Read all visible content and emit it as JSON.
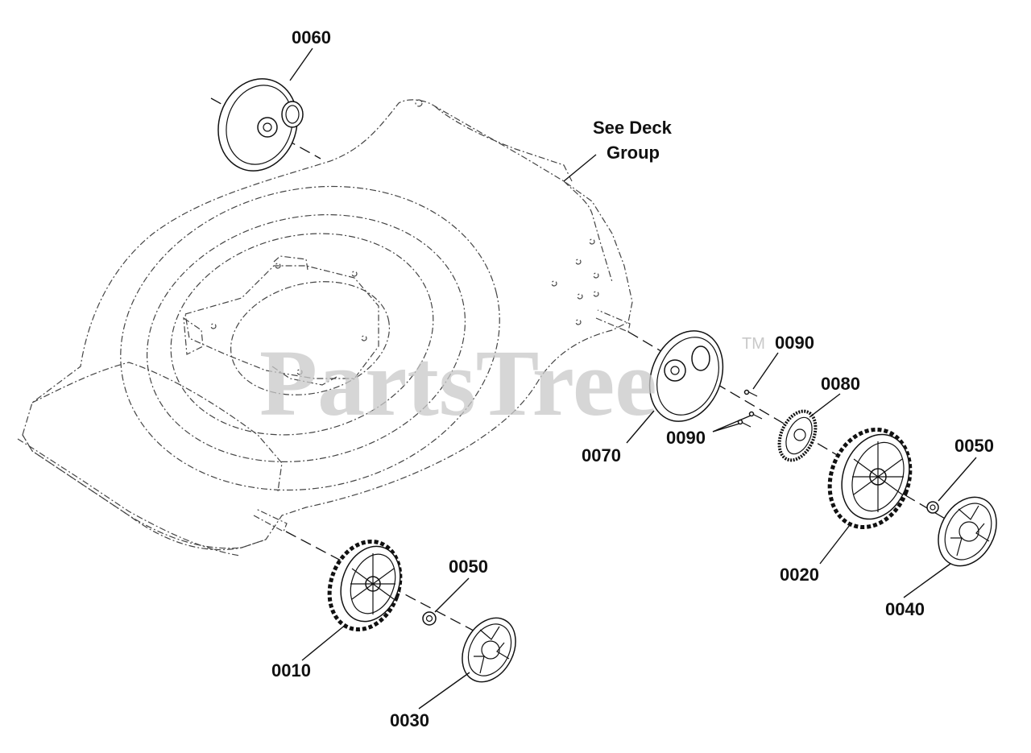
{
  "watermark": {
    "text": "PartsTree",
    "trademark": "TM"
  },
  "note": {
    "line1": "See Deck",
    "line2": "Group"
  },
  "callouts": {
    "c0060": "0060",
    "c0070": "0070",
    "c0090_top": "0090",
    "c0090_bottom": "0090",
    "c0080": "0080",
    "c0050_right": "0050",
    "c0020": "0020",
    "c0040": "0040",
    "c0050_left": "0050",
    "c0010": "0010",
    "c0030": "0030"
  }
}
